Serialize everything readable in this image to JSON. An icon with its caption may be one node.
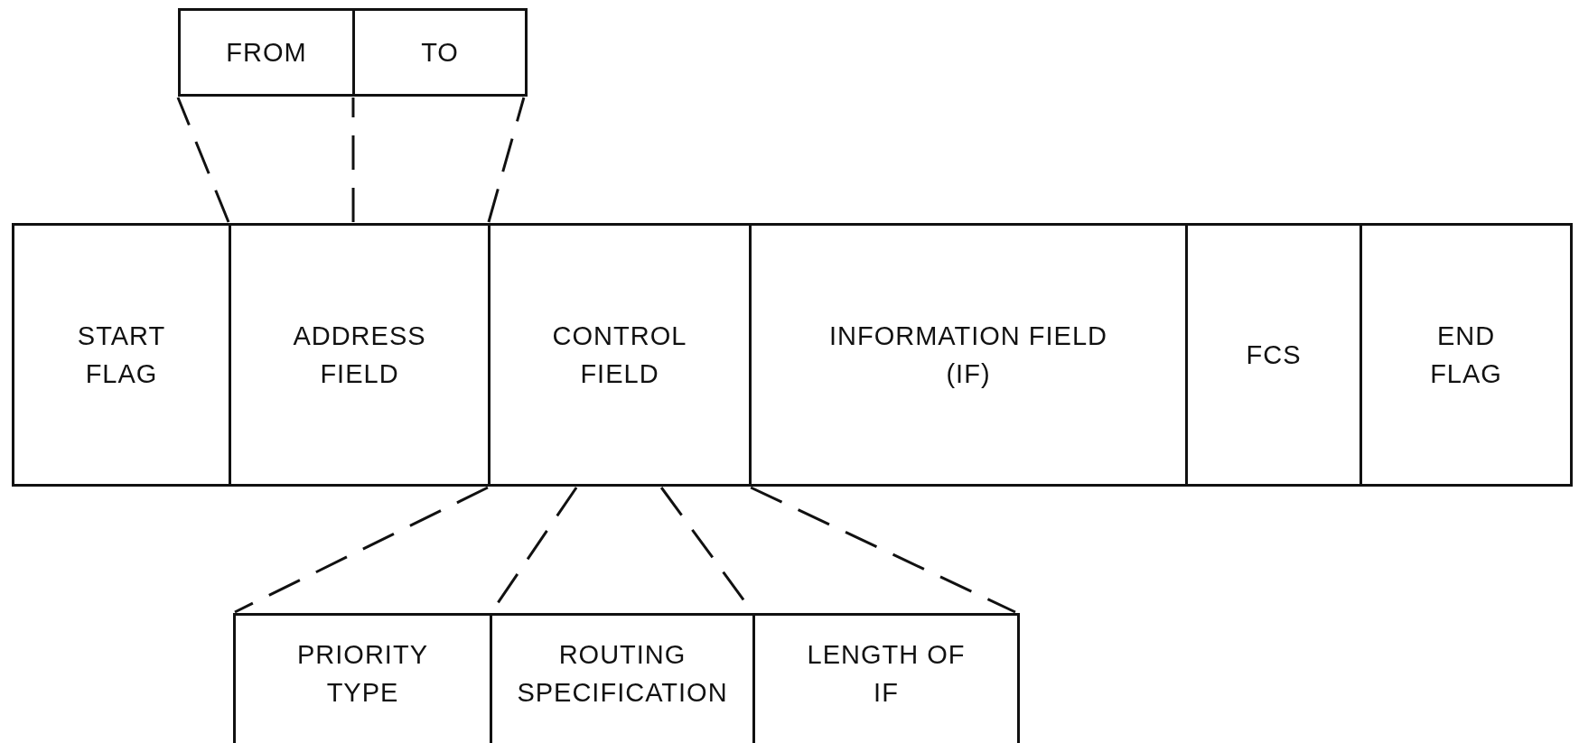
{
  "diagram": {
    "nodes": [
      {
        "text": [
          "FROM"
        ]
      },
      {
        "text": [
          "TO"
        ]
      },
      {
        "text": [
          "START FLAG"
        ]
      },
      {
        "text": [
          "ADDRESS FIELD"
        ]
      },
      {
        "text": [
          "CONTROL FIELD"
        ]
      },
      {
        "text": [
          "INFORMATION FIELD (IF)"
        ]
      },
      {
        "text": [
          "FCS"
        ]
      },
      {
        "text": [
          "END FLAG"
        ]
      },
      {
        "text": [
          "PRIORITY TYPE"
        ]
      },
      {
        "text": [
          "ROUTING SPECIFICATION"
        ]
      },
      {
        "text": [
          "LENGTH OF IF"
        ]
      }
    ],
    "edges": [
      {
        "from": 3,
        "to": 0,
        "arrow": "none",
        "style": "dashed"
      },
      {
        "from": 3,
        "to": 1,
        "arrow": "none",
        "style": "dashed"
      },
      {
        "from": 3,
        "to": 1,
        "arrow": "none",
        "style": "dashed"
      },
      {
        "from": 4,
        "to": 8,
        "arrow": "none",
        "style": "dashed"
      },
      {
        "from": 4,
        "to": 8,
        "arrow": "none",
        "style": "dashed"
      },
      {
        "from": 4,
        "to": 9,
        "arrow": "none",
        "style": "dashed"
      },
      {
        "from": 4,
        "to": 10,
        "arrow": "none",
        "style": "dashed"
      }
    ]
  }
}
